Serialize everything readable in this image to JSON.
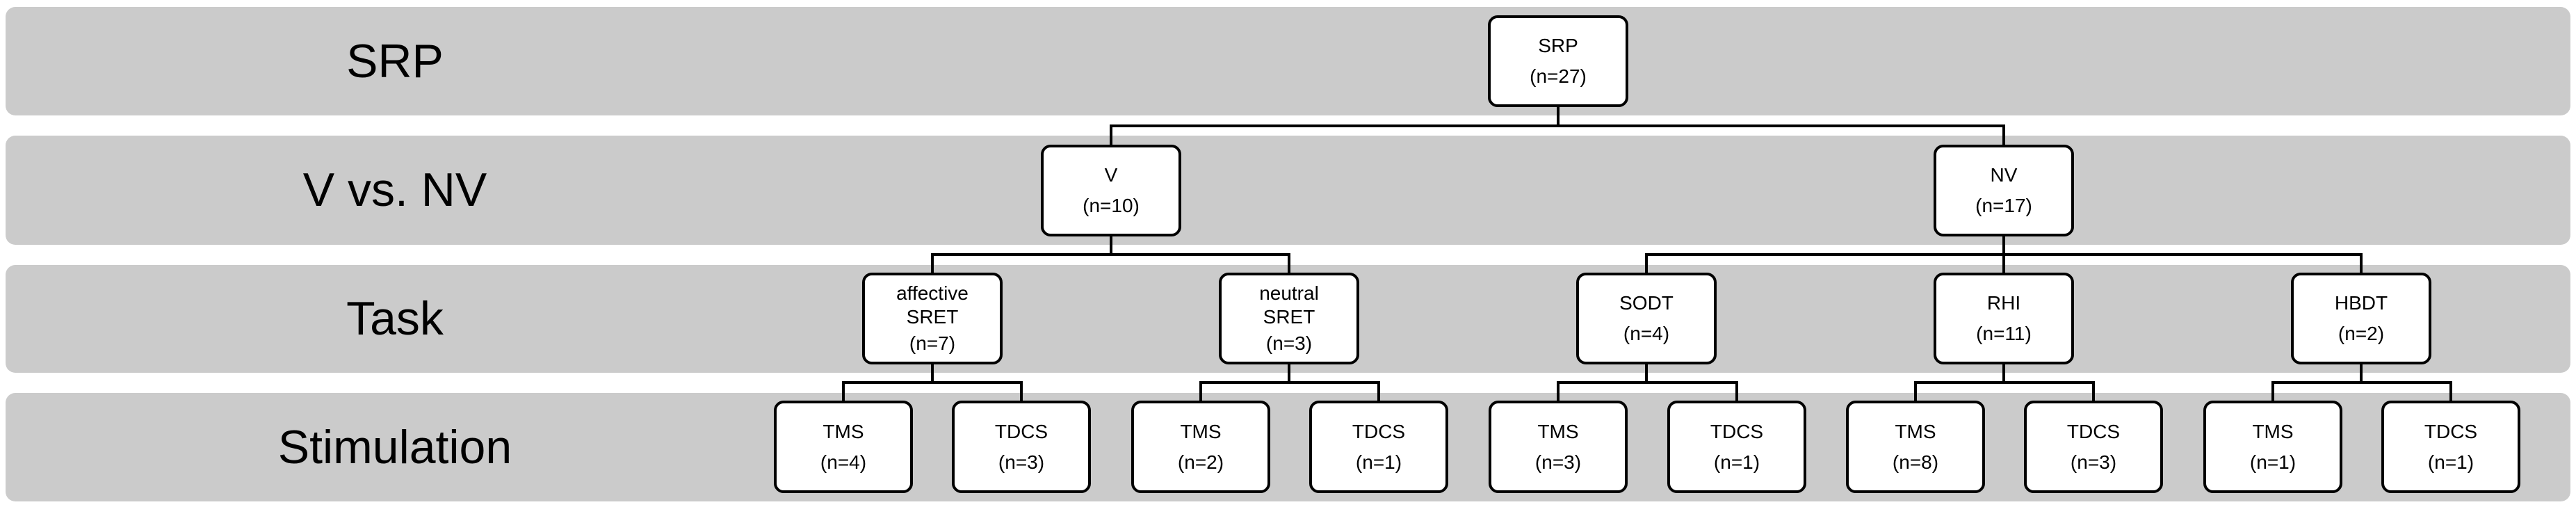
{
  "rows": [
    {
      "label": "SRP"
    },
    {
      "label": "V vs. NV"
    },
    {
      "label": "Task"
    },
    {
      "label": "Stimulation"
    }
  ],
  "nodes": {
    "srp": {
      "label": "SRP",
      "count": "(n=27)"
    },
    "v": {
      "label": "V",
      "count": "(n=10)"
    },
    "nv": {
      "label": "NV",
      "count": "(n=17)"
    },
    "affective": {
      "label": "affective\nSRET",
      "count": "(n=7)"
    },
    "neutral": {
      "label": "neutral\nSRET",
      "count": "(n=3)"
    },
    "sodt": {
      "label": "SODT",
      "count": "(n=4)"
    },
    "rhi": {
      "label": "RHI",
      "count": "(n=11)"
    },
    "hbdt": {
      "label": "HBDT",
      "count": "(n=2)"
    },
    "aff_tms": {
      "label": "TMS",
      "count": "(n=4)"
    },
    "aff_tdcs": {
      "label": "TDCS",
      "count": "(n=3)"
    },
    "neu_tms": {
      "label": "TMS",
      "count": "(n=2)"
    },
    "neu_tdcs": {
      "label": "TDCS",
      "count": "(n=1)"
    },
    "sodt_tms": {
      "label": "TMS",
      "count": "(n=3)"
    },
    "sodt_tdcs": {
      "label": "TDCS",
      "count": "(n=1)"
    },
    "rhi_tms": {
      "label": "TMS",
      "count": "(n=8)"
    },
    "rhi_tdcs": {
      "label": "TDCS",
      "count": "(n=3)"
    },
    "hbdt_tms": {
      "label": "TMS",
      "count": "(n=1)"
    },
    "hbdt_tdcs": {
      "label": "TDCS",
      "count": "(n=1)"
    }
  },
  "edges": [
    [
      "srp",
      "v"
    ],
    [
      "srp",
      "nv"
    ],
    [
      "v",
      "affective"
    ],
    [
      "v",
      "neutral"
    ],
    [
      "nv",
      "sodt"
    ],
    [
      "nv",
      "rhi"
    ],
    [
      "nv",
      "hbdt"
    ],
    [
      "affective",
      "aff_tms"
    ],
    [
      "affective",
      "aff_tdcs"
    ],
    [
      "neutral",
      "neu_tms"
    ],
    [
      "neutral",
      "neu_tdcs"
    ],
    [
      "sodt",
      "sodt_tms"
    ],
    [
      "sodt",
      "sodt_tdcs"
    ],
    [
      "rhi",
      "rhi_tms"
    ],
    [
      "rhi",
      "rhi_tdcs"
    ],
    [
      "hbdt",
      "hbdt_tms"
    ],
    [
      "hbdt",
      "hbdt_tdcs"
    ]
  ],
  "colors": {
    "band": "#cbcbcb",
    "node_fill": "#ffffff",
    "stroke": "#000000"
  }
}
